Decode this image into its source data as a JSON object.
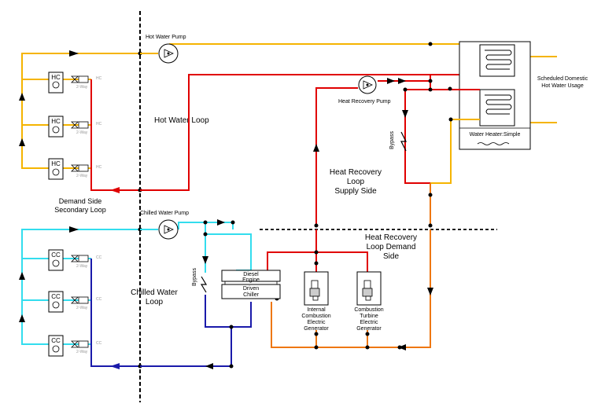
{
  "colors": {
    "hot_supply": "#f5b400",
    "hot_return": "#e00000",
    "chilled_supply": "#33ddee",
    "chilled_return": "#1a1aaa",
    "recovery_demand": "#ee7711",
    "divider": "#000000"
  },
  "labels": {
    "hot_water_pump": "Hot Water Pump",
    "heat_recovery_pump": "Heat Recovery Pump",
    "scheduled_usage_1": "Scheduled Domestic",
    "scheduled_usage_2": "Hot Water Usage",
    "water_heater": "Water Heater:Simple",
    "hot_water_loop": "Hot Water Loop",
    "demand_side_1": "Demand Side",
    "demand_side_2": "Secondary Loop",
    "chilled_water_pump": "Chilled Water Pump",
    "chilled_water_loop_1": "Chilled Water",
    "chilled_water_loop_2": "Loop",
    "hr_supply_1": "Heat Recovery",
    "hr_supply_2": "Loop",
    "hr_supply_3": "Supply Side",
    "hr_demand_1": "Heat Recovery",
    "hr_demand_2": "Loop Demand",
    "hr_demand_3": "Side",
    "bypass": "Bypass",
    "chiller_1": "Diesel",
    "chiller_2": "Engine",
    "chiller_3": "Driven",
    "chiller_4": "Chiller",
    "ice_gen_1": "Internal",
    "ice_gen_2": "Combustion",
    "ice_gen_3": "Electric",
    "ice_gen_4": "Generator",
    "ct_gen_1": "Combustion",
    "ct_gen_2": "Turbine",
    "ct_gen_3": "Electric",
    "ct_gen_4": "Generator"
  },
  "coil_units": {
    "heating": [
      "HC",
      "HC",
      "HC"
    ],
    "cooling": [
      "CC",
      "CC",
      "CC"
    ]
  }
}
